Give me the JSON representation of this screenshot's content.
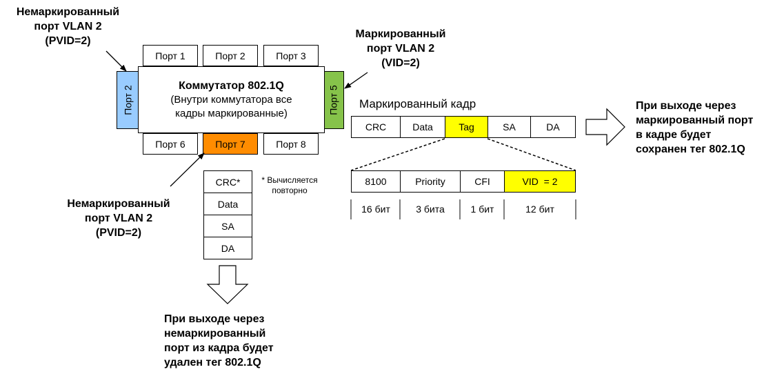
{
  "labels": {
    "untagged_top": [
      "Немаркированный",
      "порт VLAN 2",
      "(PVID=2)"
    ],
    "tagged_top": [
      "Маркированный",
      "порт VLAN 2",
      "(VID=2)"
    ],
    "untagged_bottom": [
      "Немаркированный",
      "порт VLAN 2",
      "(PVID=2)"
    ],
    "exit_tagged": [
      "При выходе через",
      "маркированный порт",
      "в кадре будет",
      "сохранен тег 802.1Q"
    ],
    "exit_untagged": [
      "При выходе через",
      "немаркированный",
      "порт из кадра будет",
      "удален тег 802.1Q"
    ]
  },
  "switch": {
    "title": "Коммутатор 802.1Q",
    "note_lines": [
      "(Внутри коммутатора все",
      "кадры маркированные)"
    ],
    "ports": {
      "p1": "Порт 1",
      "p2": "Порт 2",
      "p3": "Порт 3",
      "p6": "Порт 6",
      "p7": "Порт 7",
      "p8": "Порт 8",
      "left": "Порт 2",
      "right": "Порт 5"
    }
  },
  "tagged_frame": {
    "title": "Маркированный кадр",
    "fields": [
      "CRC",
      "Data",
      "Tag",
      "SA",
      "DA"
    ]
  },
  "tag_detail": {
    "fields": [
      "8100",
      "Priority",
      "CFI",
      "VID  = 2"
    ],
    "sizes": [
      "16 бит",
      "3 бита",
      "1 бит",
      "12 бит"
    ]
  },
  "untagged_frame": {
    "fields": [
      "CRC*",
      "Data",
      "SA",
      "DA"
    ],
    "footnote": [
      "* Вычисляется",
      "повторно"
    ]
  },
  "colors": {
    "port_left": "#99ccff",
    "port_right": "#86c34a",
    "port_7": "#ff8c00",
    "tag": "#ffff00",
    "vid": "#ffff00"
  }
}
